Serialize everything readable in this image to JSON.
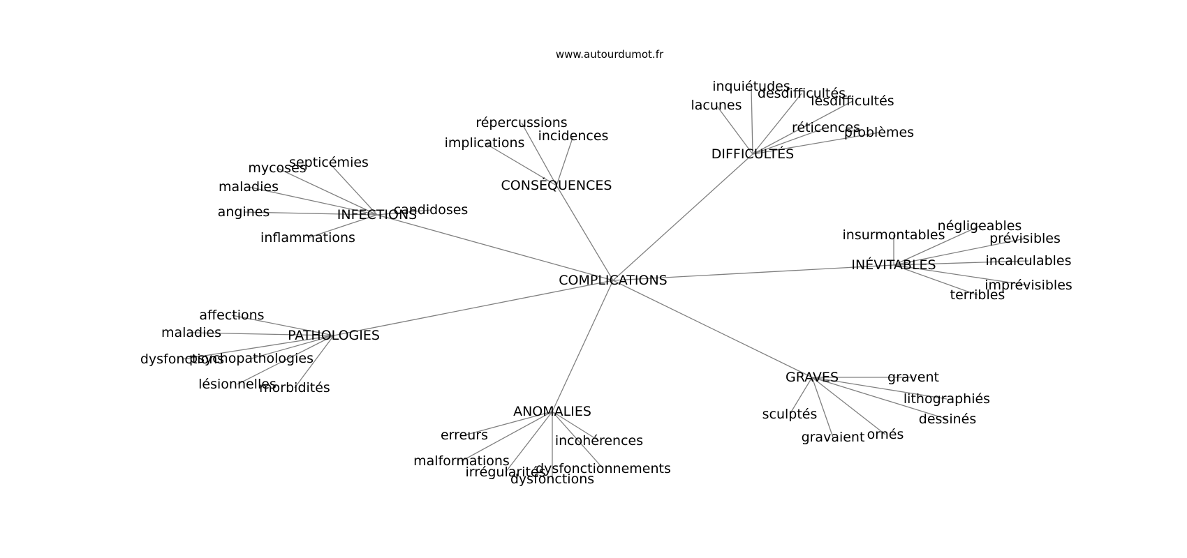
{
  "source": "www.autourdumot.fr",
  "colors": {
    "edge": "#808080",
    "text": "#000000",
    "background": "#ffffff"
  },
  "graph": {
    "center": "COMPLICATIONS",
    "groups": [
      {
        "hub": "INFECTIONS",
        "leaves": [
          "septicémies",
          "mycoses",
          "maladies",
          "angines",
          "inflammations",
          "candidoses"
        ]
      },
      {
        "hub": "CONSÉQUENCES",
        "leaves": [
          "répercussions",
          "implications",
          "incidences"
        ]
      },
      {
        "hub": "DIFFICULTÉS",
        "leaves": [
          "inquiétudes",
          "lacunes",
          "desdifficultés",
          "lesdifficultés",
          "réticences",
          "problèmes"
        ]
      },
      {
        "hub": "INÉVITABLES",
        "leaves": [
          "insurmontables",
          "négligeables",
          "prévisibles",
          "incalculables",
          "imprévisibles",
          "terribles"
        ]
      },
      {
        "hub": "GRAVES",
        "leaves": [
          "gravent",
          "lithographiés",
          "dessinés",
          "ornés",
          "gravaient",
          "sculptés"
        ]
      },
      {
        "hub": "ANOMALIES",
        "leaves": [
          "erreurs",
          "malformations",
          "irrégularités",
          "dysfonctions",
          "dysfonctionnements",
          "incohérences"
        ]
      },
      {
        "hub": "PATHOLOGIES",
        "leaves": [
          "affections",
          "maladies",
          "dysfonctions",
          "psychopathologies",
          "lésionnelles",
          "morbidités"
        ]
      }
    ]
  }
}
